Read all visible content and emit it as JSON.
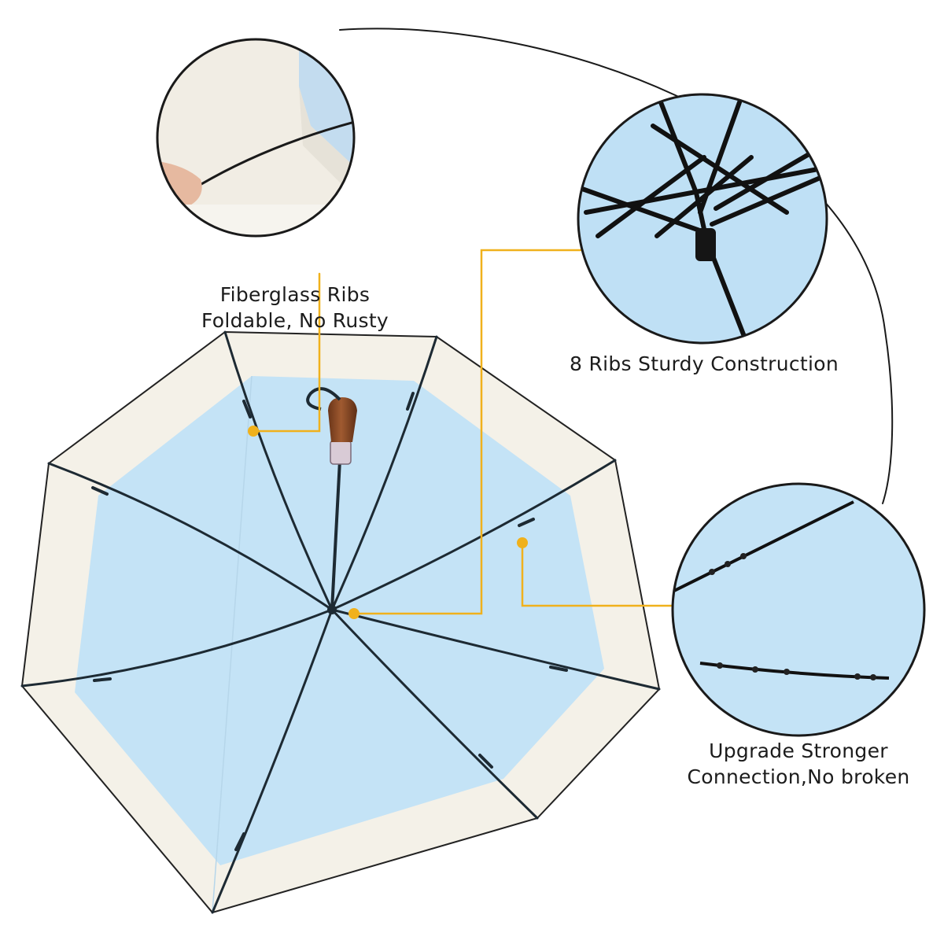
{
  "callouts": {
    "fiberglass": {
      "line1": "Fiberglass Ribs",
      "line2": "Foldable, No Rusty",
      "icon": "hand-bending-rib-photo"
    },
    "ribs": {
      "line1": "8 Ribs Sturdy Construction",
      "icon": "umbrella-frame-closeup-photo"
    },
    "connection": {
      "line1": "Upgrade Stronger",
      "line2": "Connection,No broken",
      "icon": "rib-joint-closeup-photo"
    }
  },
  "colors": {
    "canopy_blue": "#c4e3f6",
    "canopy_border": "#f4f1e8",
    "rib": "#1d2a33",
    "handle_wood": "#8b4a27",
    "connector_line": "#f0b11c",
    "circle_outline": "#1a1a1a"
  },
  "product": {
    "rib_count": 8
  }
}
